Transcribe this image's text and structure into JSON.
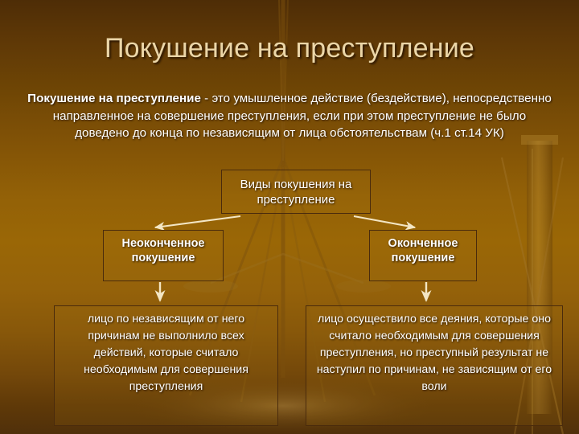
{
  "slide": {
    "title": "Покушение на преступление",
    "background_top_color": "#4e2d06",
    "background_mid_color": "#9a6706",
    "background_bottom_color": "#50300a",
    "title_color": "#ebd6a8",
    "body_text_color": "#ffffff",
    "box_border_color": "#4a2b0c",
    "arrow_color": "#f3e6c4"
  },
  "intro": {
    "lead": "Покушение на преступление",
    "rest": " - это умышленное действие (бездействие), непосредственно направленное на совершение преступления, если при этом преступление не было доведено до  конца по независящим от лица обстоятельствам (ч.1 ст.14 УК)"
  },
  "diagram": {
    "root": {
      "label": "Виды покушения на преступление"
    },
    "branches": [
      {
        "label": "Неоконченное покушение",
        "description": "лицо по независящим от него причинам не выполнило всех действий, которые считало необходимым для совершения преступления"
      },
      {
        "label": "Оконченное покушение",
        "description": "лицо осуществило все деяния, которые оно считало необходимым для совершения преступления, но преступный результат не наступил по причинам, не зависящим от его воли"
      }
    ]
  }
}
